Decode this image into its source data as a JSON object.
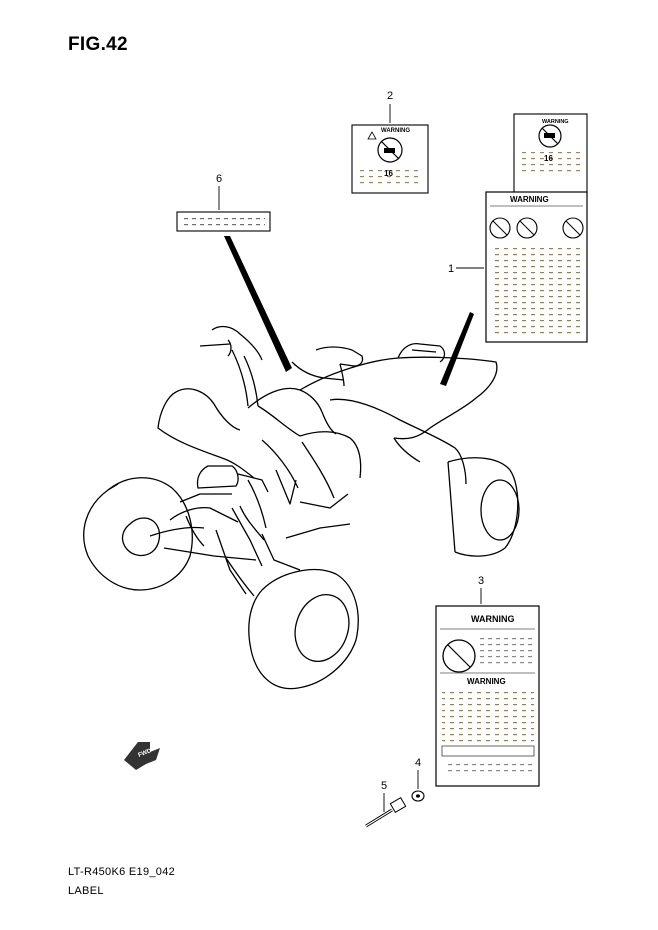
{
  "figure": {
    "title": "FIG.42"
  },
  "callouts": [
    "1",
    "2",
    "3",
    "4",
    "5",
    "6"
  ],
  "labels": {
    "warning_text": "WARNING",
    "age_text": "16",
    "fwd_text": "FWD"
  },
  "footer": {
    "model_code": "LT-R450K6 E19_042",
    "section": "LABEL"
  }
}
